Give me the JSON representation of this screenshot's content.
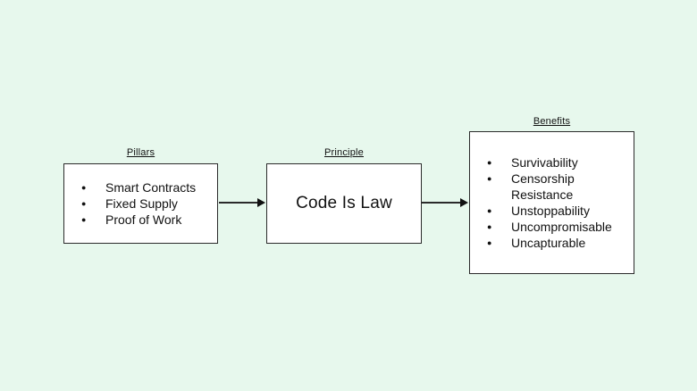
{
  "canvas": {
    "background_color": "#e7f8ed",
    "box_fill_color": "#ffffff",
    "stroke_color": "#2b2b2b"
  },
  "diagram": {
    "pillars": {
      "label": "Pillars",
      "items": [
        "Smart Contracts",
        "Fixed Supply",
        "Proof of Work"
      ]
    },
    "principle": {
      "label": "Principle",
      "text": "Code Is Law"
    },
    "benefits": {
      "label": "Benefits",
      "items": [
        "Survivability",
        "Censorship Resistance",
        "Unstoppability",
        "Uncompromisable",
        "Uncapturable"
      ]
    }
  }
}
